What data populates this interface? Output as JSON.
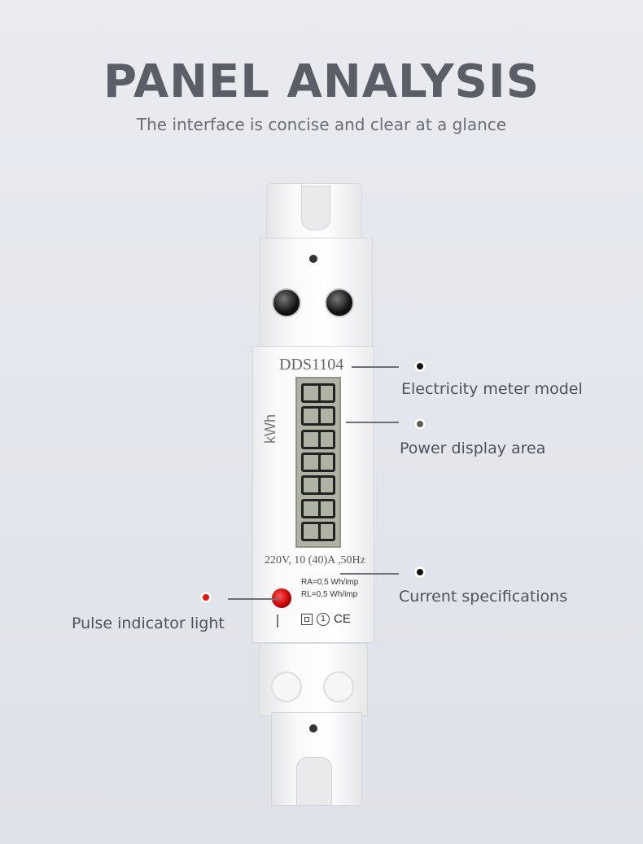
{
  "header": {
    "title": "PANEL ANALYSIS",
    "subtitle": "The interface is concise and clear at a glance"
  },
  "meter": {
    "model": "DDS1104",
    "unit": "kWh",
    "rating": "220V, 10 (40)A ,50Hz",
    "constant_a": "RA=0,5 Wh/imp",
    "constant_l": "RL=0,5 Wh/imp",
    "marks": "CE"
  },
  "callouts": [
    {
      "label": "Electricity meter model",
      "dot_color": "#111111"
    },
    {
      "label": "Power display area",
      "dot_color": "#5a6055"
    },
    {
      "label": "Current specifications",
      "dot_color": "#111111"
    },
    {
      "label": "Pulse indicator light",
      "dot_color": "#ee1111"
    }
  ]
}
